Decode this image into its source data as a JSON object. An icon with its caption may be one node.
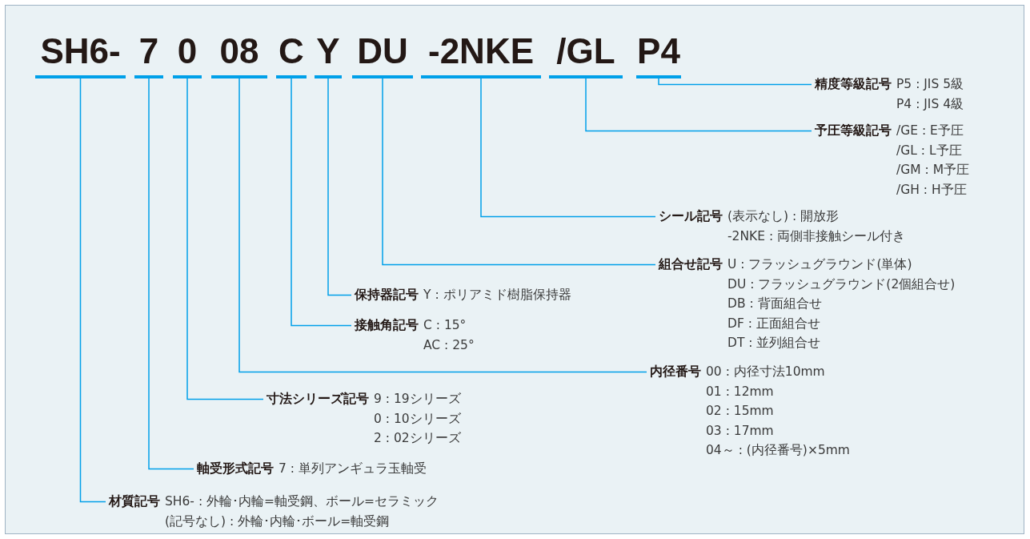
{
  "diagram": {
    "nodes": [
      {
        "text": [
          "SH6-"
        ]
      },
      {
        "text": [
          "7"
        ]
      },
      {
        "text": [
          "0"
        ]
      },
      {
        "text": [
          "08"
        ]
      },
      {
        "text": [
          "C"
        ]
      },
      {
        "text": [
          "Y"
        ]
      },
      {
        "text": [
          "DU"
        ]
      },
      {
        "text": [
          "-2NKE"
        ]
      },
      {
        "text": [
          "/GL"
        ]
      },
      {
        "text": [
          "P4"
        ]
      },
      {
        "text": [
          "精度等級記号",
          "P5 : JIS 5級",
          "P4 : JIS 4級"
        ]
      },
      {
        "text": [
          "予圧等級記号",
          "/GE : E予圧",
          "/GL : L予圧",
          "/GM : M予圧",
          "/GH : H予圧"
        ]
      },
      {
        "text": [
          "シール記号",
          "(表示なし) : 開放形",
          "-2NKE : 両側非接触シール付き"
        ]
      },
      {
        "text": [
          "組合せ記号",
          "U : フラッシュグラウンド(単体)",
          "DU : フラッシュグラウンド(2個組合せ)",
          "DB : 背面組合せ",
          "DF : 正面組合せ",
          "DT : 並列組合せ"
        ]
      },
      {
        "text": [
          "保持器記号",
          "Y : ポリアミド樹脂保持器"
        ]
      },
      {
        "text": [
          "接触角記号",
          "C : 15°",
          "AC : 25°"
        ]
      },
      {
        "text": [
          "内径番号",
          "00 : 内径寸法10mm",
          "01 : 12mm",
          "02 : 15mm",
          "03 : 17mm",
          "04～ : (内径番号)×5mm"
        ]
      },
      {
        "text": [
          "寸法シリーズ記号",
          "9 : 19シリーズ",
          "0 : 10シリーズ",
          "2 : 02シリーズ"
        ]
      },
      {
        "text": [
          "軸受形式記号",
          "7 : 単列アンギュラ玉軸受"
        ]
      },
      {
        "text": [
          "材質記号",
          "SH6- : 外輪･内輪=軸受鋼、ボール=セラミック",
          "(記号なし) : 外輪･内輪･ボール=軸受鋼"
        ]
      }
    ],
    "edges": [
      {
        "from": 9,
        "to": 10,
        "arrow": "none"
      },
      {
        "from": 8,
        "to": 11,
        "arrow": "none"
      },
      {
        "from": 7,
        "to": 12,
        "arrow": "none"
      },
      {
        "from": 6,
        "to": 13,
        "arrow": "none"
      },
      {
        "from": 5,
        "to": 14,
        "arrow": "none"
      },
      {
        "from": 4,
        "to": 15,
        "arrow": "none"
      },
      {
        "from": 3,
        "to": 16,
        "arrow": "none"
      },
      {
        "from": 2,
        "to": 17,
        "arrow": "none"
      },
      {
        "from": 1,
        "to": 18,
        "arrow": "none"
      },
      {
        "from": 0,
        "to": 19,
        "arrow": "none"
      }
    ]
  }
}
